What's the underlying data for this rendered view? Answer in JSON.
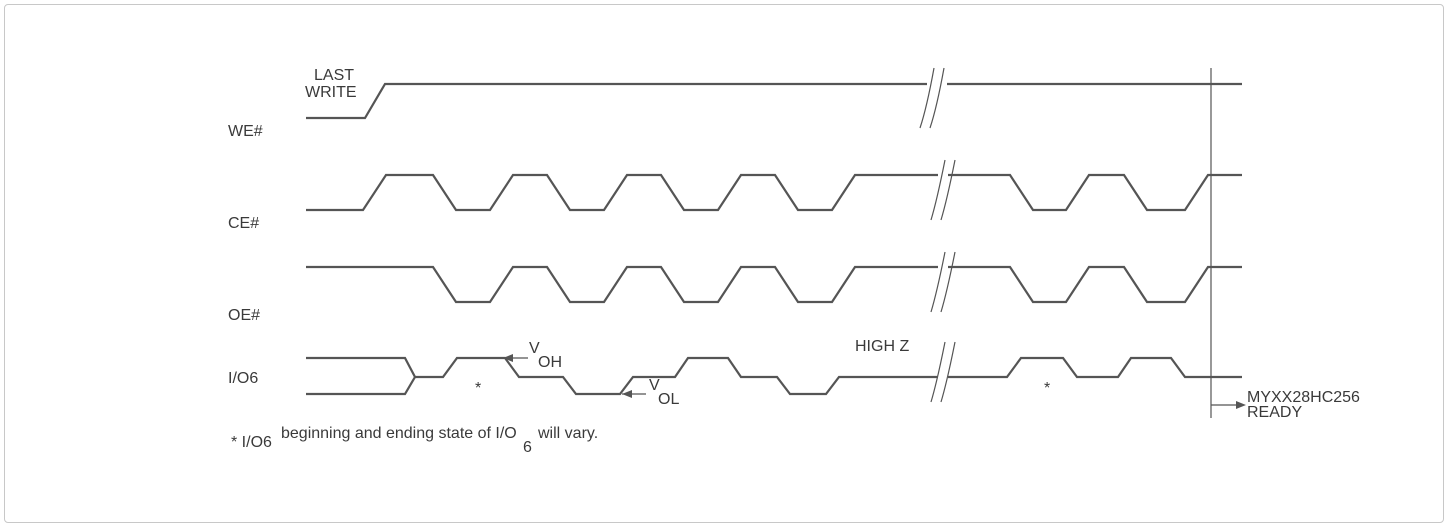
{
  "signals": {
    "we": "WE#",
    "ce": "CE#",
    "oe": "OE#",
    "io6": "I/O6"
  },
  "annotations": {
    "last": "LAST",
    "write": "WRITE",
    "v_oh_main": "V",
    "v_oh_sub": "OH",
    "v_ol_main": "V",
    "v_ol_sub": "OL",
    "high_z": "HIGH Z",
    "asterisk": "*",
    "ready_device": "MYXX28HC256",
    "ready_state": "READY"
  },
  "footnote": {
    "prefix": "* I/O6",
    "text_a": "beginning and ending state of I/O",
    "sub": "6",
    "text_b": "will vary."
  }
}
